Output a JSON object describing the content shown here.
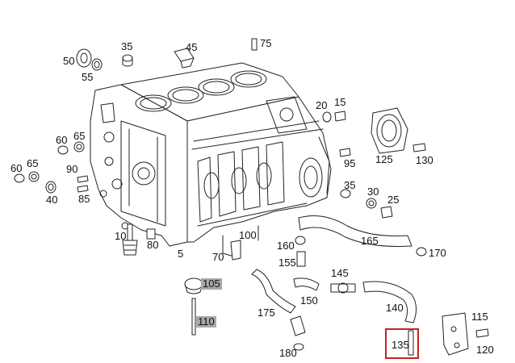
{
  "diagram": {
    "colors": {
      "line": "#222222",
      "fill": "#ffffff",
      "highlight_border": "#cc1f1f",
      "shaded_label": "#a8a8a8"
    },
    "callouts": [
      {
        "id": "c50",
        "label": "50"
      },
      {
        "id": "c35a",
        "label": "35"
      },
      {
        "id": "c45",
        "label": "45"
      },
      {
        "id": "c75",
        "label": "75"
      },
      {
        "id": "c55",
        "label": "55"
      },
      {
        "id": "c20",
        "label": "20"
      },
      {
        "id": "c15",
        "label": "15"
      },
      {
        "id": "c60a",
        "label": "60"
      },
      {
        "id": "c65a",
        "label": "65"
      },
      {
        "id": "c60b",
        "label": "60"
      },
      {
        "id": "c65b",
        "label": "65"
      },
      {
        "id": "c90",
        "label": "90"
      },
      {
        "id": "c85",
        "label": "85"
      },
      {
        "id": "c40",
        "label": "40"
      },
      {
        "id": "c95",
        "label": "95"
      },
      {
        "id": "c125",
        "label": "125"
      },
      {
        "id": "c130",
        "label": "130"
      },
      {
        "id": "c35b",
        "label": "35"
      },
      {
        "id": "c30",
        "label": "30"
      },
      {
        "id": "c25",
        "label": "25"
      },
      {
        "id": "c10",
        "label": "10"
      },
      {
        "id": "c80",
        "label": "80"
      },
      {
        "id": "c100",
        "label": "100"
      },
      {
        "id": "c160",
        "label": "160"
      },
      {
        "id": "c165",
        "label": "165"
      },
      {
        "id": "c170",
        "label": "170"
      },
      {
        "id": "c5",
        "label": "5"
      },
      {
        "id": "c70",
        "label": "70"
      },
      {
        "id": "c155",
        "label": "155"
      },
      {
        "id": "c105",
        "label": "105"
      },
      {
        "id": "c145",
        "label": "145"
      },
      {
        "id": "c175",
        "label": "175"
      },
      {
        "id": "c150",
        "label": "150"
      },
      {
        "id": "c140",
        "label": "140"
      },
      {
        "id": "c110",
        "label": "110"
      },
      {
        "id": "c115",
        "label": "115"
      },
      {
        "id": "c120",
        "label": "120"
      },
      {
        "id": "c135",
        "label": "135"
      },
      {
        "id": "c180",
        "label": "180"
      }
    ]
  }
}
